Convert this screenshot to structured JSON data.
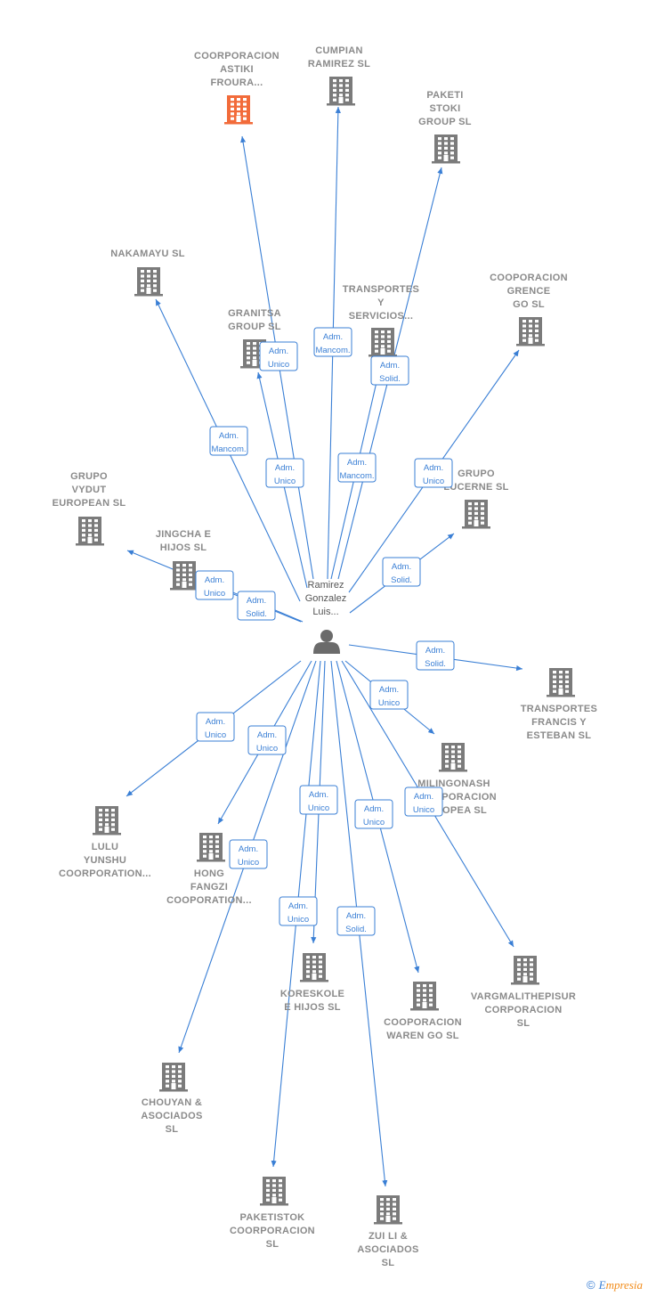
{
  "colors": {
    "edge": "#3a7fd5",
    "building": "#7b7b7b",
    "building_highlight": "#f26b3a",
    "person": "#6b6b6b"
  },
  "center": {
    "label": [
      "Ramirez",
      "Gonzalez",
      "Luis..."
    ],
    "icon": "person-icon"
  },
  "nodes": [
    {
      "id": "astiki",
      "label": [
        "COORPORACION",
        "ASTIKI",
        "FROURA..."
      ],
      "highlight": true
    },
    {
      "id": "cumpian",
      "label": [
        "CUMPIAN",
        "RAMIREZ SL"
      ]
    },
    {
      "id": "paketi",
      "label": [
        "PAKETI",
        "STOKI",
        "GROUP SL"
      ]
    },
    {
      "id": "nakamayu",
      "label": [
        "NAKAMAYU SL"
      ]
    },
    {
      "id": "transportes_serv",
      "label": [
        "TRANSPORTES",
        "Y",
        "SERVICIOS..."
      ]
    },
    {
      "id": "grence",
      "label": [
        "COOPORACION",
        "GRENCE",
        "GO SL"
      ]
    },
    {
      "id": "granitsa",
      "label": [
        "GRANITSA",
        "GROUP SL"
      ]
    },
    {
      "id": "vydut",
      "label": [
        "GRUPO",
        "VYDUT",
        "EUROPEAN SL"
      ]
    },
    {
      "id": "jingcha",
      "label": [
        "JINGCHA E",
        "HIJOS SL"
      ]
    },
    {
      "id": "lucerne",
      "label": [
        "GRUPO",
        "LUCERNE SL"
      ]
    },
    {
      "id": "transportes_francis",
      "label": [
        "TRANSPORTES",
        "FRANCIS Y",
        "ESTEBAN SL"
      ]
    },
    {
      "id": "milingonash",
      "label": [
        "MILINGONASH",
        "COORPORACION",
        "EUROPEA SL"
      ]
    },
    {
      "id": "lulu",
      "label": [
        "LULU",
        "YUNSHU",
        "COORPORATION..."
      ]
    },
    {
      "id": "hong",
      "label": [
        "HONG",
        "FANGZI",
        "COOPORATION..."
      ]
    },
    {
      "id": "koreskole",
      "label": [
        "KORESKOLE",
        "E HIJOS SL"
      ]
    },
    {
      "id": "waren",
      "label": [
        "COOPORACION",
        "WAREN GO SL"
      ]
    },
    {
      "id": "vargmal",
      "label": [
        "VARGMALITHEPISUR",
        "CORPORACION",
        "SL"
      ]
    },
    {
      "id": "chouyan",
      "label": [
        "CHOUYAN &",
        "ASOCIADOS",
        "SL"
      ]
    },
    {
      "id": "paketistok",
      "label": [
        "PAKETISTOK",
        "COORPORACION",
        "SL"
      ]
    },
    {
      "id": "zuili",
      "label": [
        "ZUI LI &",
        "ASOCIADOS",
        "SL"
      ]
    }
  ],
  "edges": [
    {
      "to": "astiki",
      "role": [
        "Adm.",
        "Unico"
      ]
    },
    {
      "to": "cumpian",
      "role": [
        "Adm.",
        "Mancom."
      ]
    },
    {
      "to": "paketi",
      "role": [
        "Adm.",
        "Solid."
      ]
    },
    {
      "to": "nakamayu",
      "role": [
        "Adm.",
        "Mancom."
      ]
    },
    {
      "to": "granitsa",
      "role": [
        "Adm.",
        "Unico"
      ]
    },
    {
      "to": "transportes_serv",
      "role": [
        "Adm.",
        "Mancom."
      ]
    },
    {
      "to": "grence",
      "role": [
        "Adm.",
        "Unico"
      ]
    },
    {
      "to": "jingcha",
      "role": [
        "Adm.",
        "Unico"
      ]
    },
    {
      "to": "jingcha_solid",
      "role": [
        "Adm.",
        "Solid."
      ]
    },
    {
      "to": "lucerne",
      "role": [
        "Adm.",
        "Solid."
      ]
    },
    {
      "to": "transportes_francis",
      "role": [
        "Adm.",
        "Solid."
      ]
    },
    {
      "to": "milingonash",
      "role": [
        "Adm.",
        "Unico"
      ]
    },
    {
      "to": "lulu",
      "role": [
        "Adm.",
        "Unico"
      ]
    },
    {
      "to": "hong",
      "role": [
        "Adm.",
        "Unico"
      ]
    },
    {
      "to": "koreskole",
      "role": [
        "Adm.",
        "Unico"
      ]
    },
    {
      "to": "waren",
      "role": [
        "Adm.",
        "Unico"
      ]
    },
    {
      "to": "vargmal",
      "role": [
        "Adm.",
        "Unico"
      ]
    },
    {
      "to": "chouyan",
      "role": [
        "Adm.",
        "Unico"
      ]
    },
    {
      "to": "paketistok",
      "role": [
        "Adm.",
        "Unico"
      ]
    },
    {
      "to": "zuili",
      "role": [
        "Adm.",
        "Solid."
      ]
    }
  ],
  "footer": {
    "copyright": "©",
    "brand_initial": "E",
    "brand_rest": "mpresia"
  }
}
